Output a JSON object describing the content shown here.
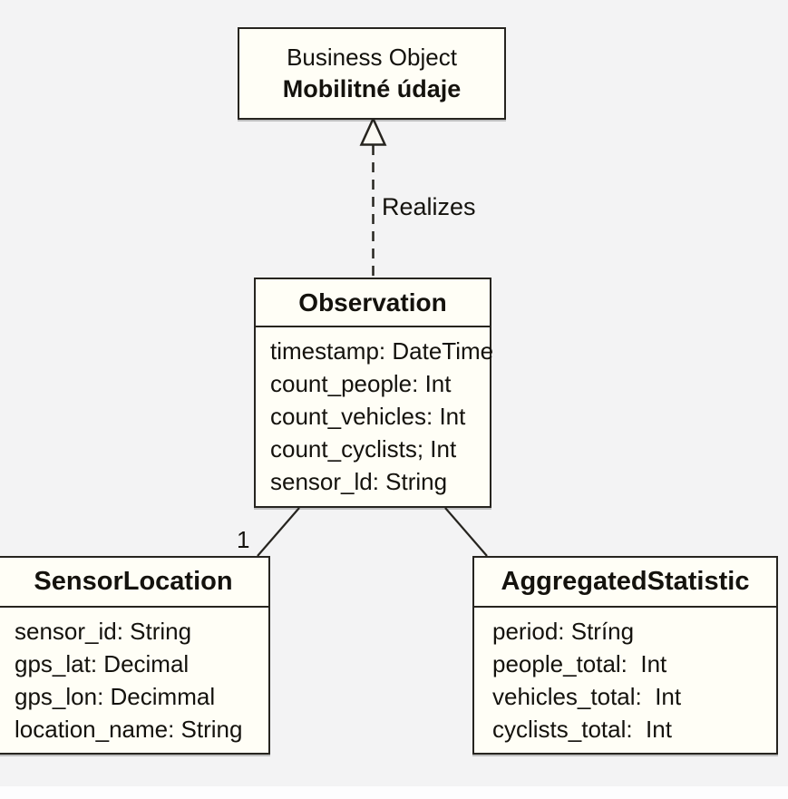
{
  "diagram": {
    "type": "uml-class-diagram",
    "colors": {
      "background": "#f3f3f4",
      "box_fill": "#fffef6",
      "border": "#26241f",
      "text": "#14120d",
      "footer_strip": "#fdfdfe"
    },
    "realization": {
      "label": "Realizes"
    },
    "multiplicity": {
      "label": "1"
    },
    "business_object": {
      "stereotype": "Business Object",
      "name": "Mobilitné údaje"
    },
    "observation": {
      "name": "Observation",
      "attributes": [
        "timestamp: DateTime",
        "count_people: Int",
        "count_vehicles: Int",
        "count_cyclists; Int",
        "sensor_ld: String"
      ]
    },
    "sensor_location": {
      "name": "SensorLocation",
      "attributes": [
        "sensor_id: String",
        "gps_lat: Decimal",
        "gps_lon: Decimmal",
        "location_name: String"
      ]
    },
    "aggregated_statistic": {
      "name": "AggregatedStatistic",
      "attributes": [
        "period: Stríng",
        "people_total:  Int",
        "vehicles_total:  Int",
        "cyclists_total:  Int"
      ]
    }
  }
}
